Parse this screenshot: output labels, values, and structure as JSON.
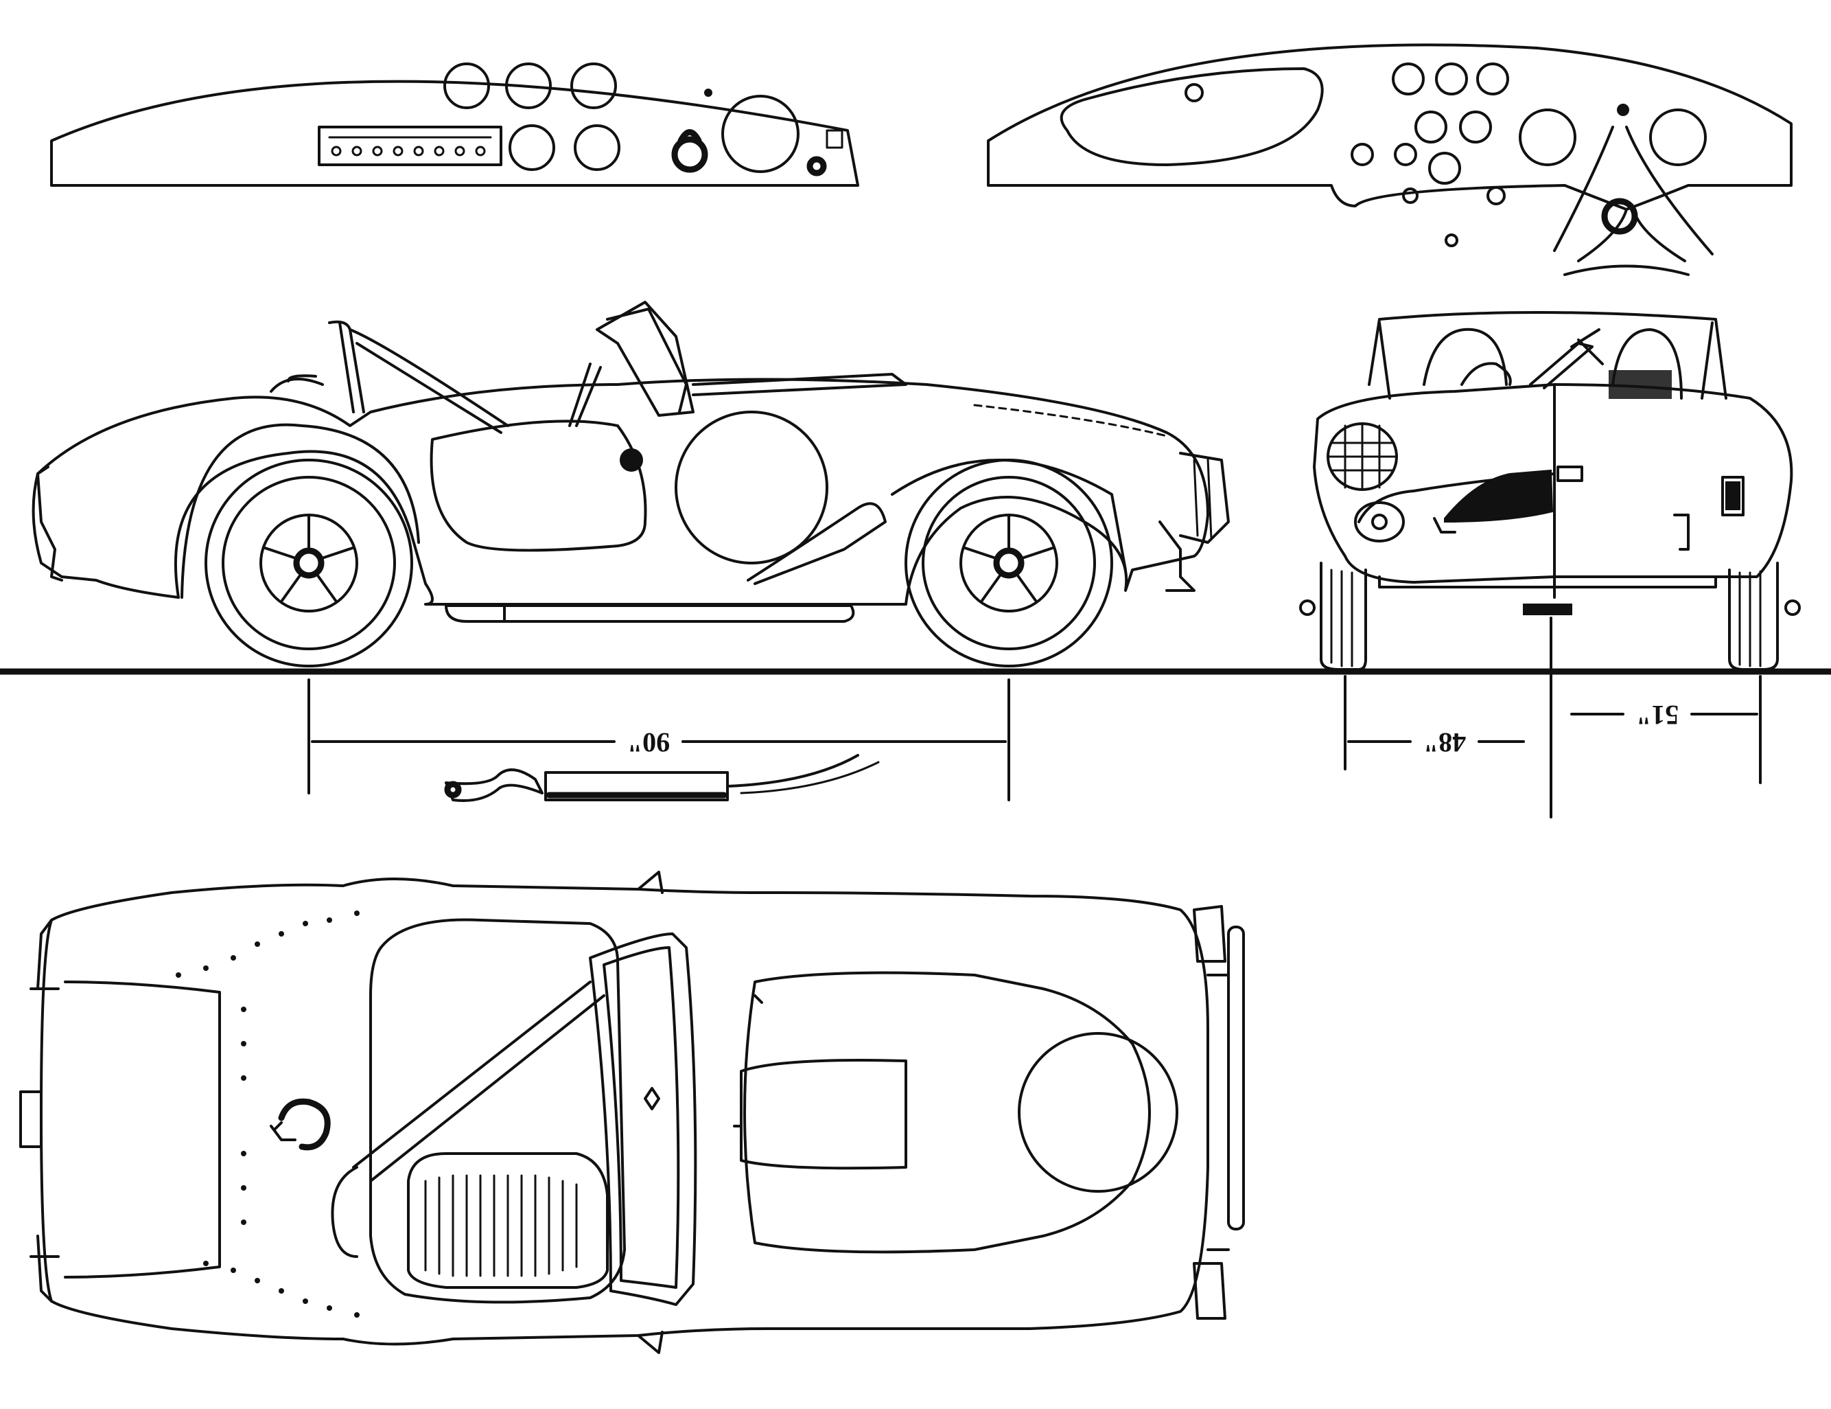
{
  "dimensions": {
    "wheelbase": "90\"",
    "front_track": "48\"",
    "rear_track": "51\""
  }
}
